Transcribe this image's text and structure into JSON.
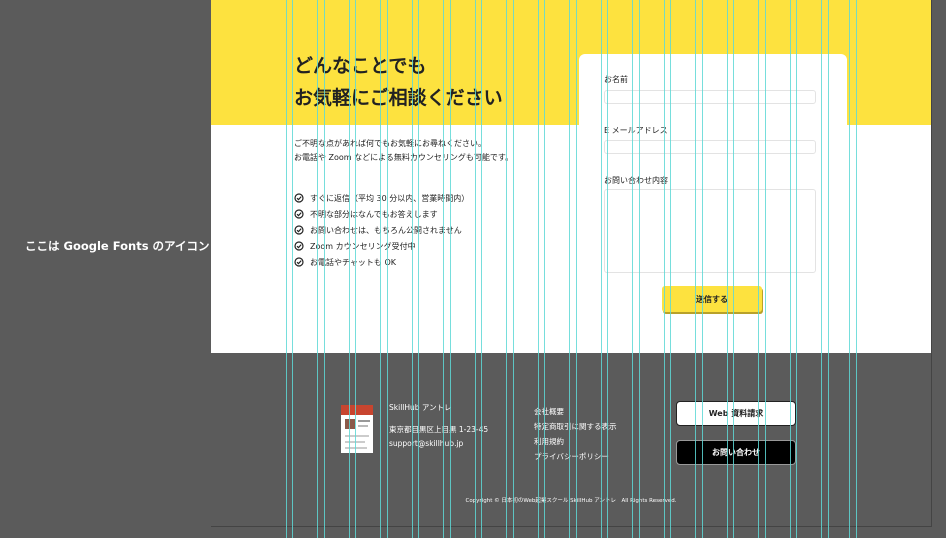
{
  "annotation": "ここは Google Fonts のアイコン",
  "hero": {
    "title_line1": "どんなことでも",
    "title_line2": "お気軽にご相談ください",
    "lead_line1": "ご不明な点があれば何でもお気軽にお尋ねください。",
    "lead_line2": "お電話や Zoom などによる無料カウンセリングも可能です。",
    "features": [
      "すぐに返信（平均 30 分以内、営業時間内）",
      "不明な部分はなんでもお答えします",
      "お問い合わせは、もちろん公開されません",
      "Zoom カウンセリング受付中",
      "お電話やチャットも OK"
    ]
  },
  "form": {
    "name_label": "お名前",
    "email_label": "E メールアドレス",
    "message_label": "お問い合わせ内容",
    "submit_label": "送信する"
  },
  "footer": {
    "company_name": "SkillHub アントレ",
    "address": "東京都目黒区上目黒 1-23-45",
    "email": "support@skillhub.jp",
    "links": [
      "会社概要",
      "特定商取引に関する表示",
      "利用規約",
      "プライバシーポリシー"
    ],
    "btn_documents": "Web 資料請求",
    "btn_contact": "お問い合わせ",
    "copyright": "Copyright © 日本初のWeb起業スクール SkillHub アントレ　All Rights Reserved."
  },
  "colors": {
    "accent_yellow": "#fde23f",
    "footer_bg": "#5b5b5b",
    "guide_cyan": "#5ed8d6"
  },
  "icons": {
    "feature_bullet": "check-circle-icon"
  }
}
